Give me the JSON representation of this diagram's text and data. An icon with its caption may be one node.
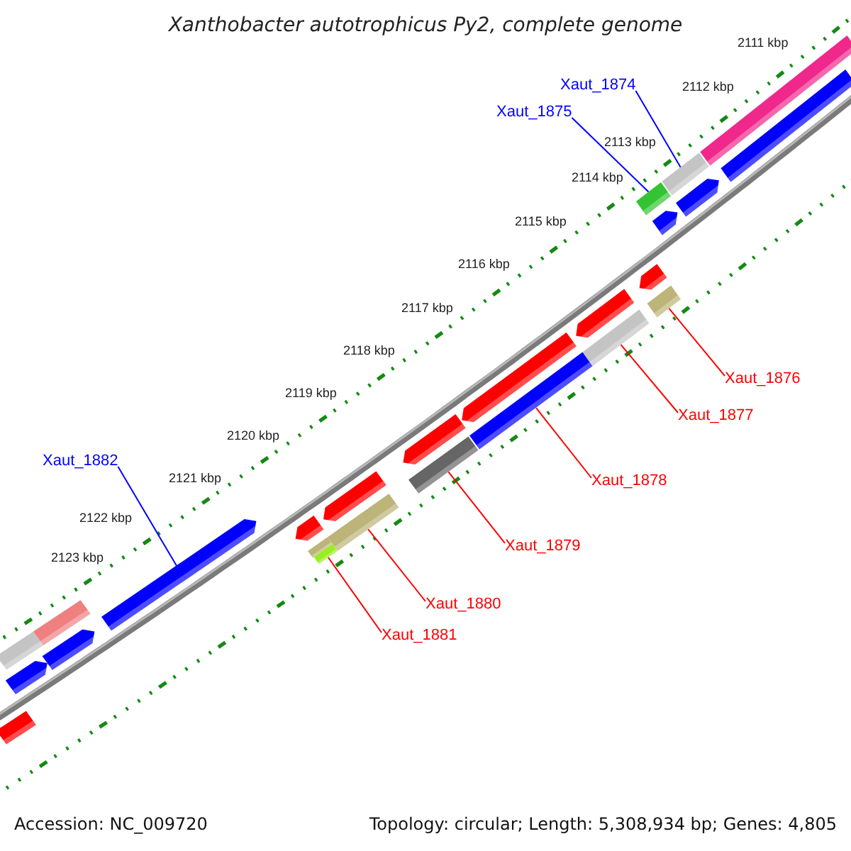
{
  "diagram": {
    "title": "Xanthobacter autotrophicus Py2, complete genome",
    "nodes": [
      {
        "text": [
          "Xaut_1874"
        ]
      },
      {
        "text": [
          "Xaut_1875"
        ]
      },
      {
        "text": [
          "Xaut_1876"
        ]
      },
      {
        "text": [
          "Xaut_1877"
        ]
      },
      {
        "text": [
          "Xaut_1878"
        ]
      },
      {
        "text": [
          "Xaut_1879"
        ]
      },
      {
        "text": [
          "Xaut_1880"
        ]
      },
      {
        "text": [
          "Xaut_1881"
        ]
      },
      {
        "text": [
          "Xaut_1882"
        ]
      },
      {
        "text": [],
        "shape": "bar"
      },
      {
        "text": [],
        "shape": "bar"
      },
      {
        "text": [],
        "shape": "bar"
      },
      {
        "text": [],
        "shape": "bar"
      },
      {
        "text": [],
        "shape": "bar"
      },
      {
        "text": [],
        "shape": "bar"
      },
      {
        "text": [],
        "shape": "bar"
      },
      {
        "text": [],
        "shape": "bar"
      },
      {
        "text": [],
        "shape": "bar"
      },
      {
        "text": [],
        "shape": "bar"
      },
      {
        "text": [],
        "shape": "bar"
      },
      {
        "text": [],
        "shape": "bar"
      },
      {
        "text": [],
        "shape": "bar"
      },
      {
        "text": [],
        "shape": "bar"
      },
      {
        "text": [],
        "shape": "bar"
      },
      {
        "text": [],
        "shape": "bar"
      },
      {
        "text": [],
        "shape": "bar"
      },
      {
        "text": [],
        "shape": "bar"
      },
      {
        "text": [],
        "shape": "bar"
      },
      {
        "text": [],
        "shape": "bar"
      },
      {
        "text": [],
        "shape": "bar"
      },
      {
        "text": [],
        "shape": "bar"
      },
      {
        "text": [],
        "shape": "bar"
      },
      {
        "text": [],
        "shape": "bar"
      },
      {
        "text": [],
        "shape": "bar"
      }
    ],
    "edges": [
      {
        "from": 0,
        "to": 11,
        "arrow": "none",
        "color": "#0000ff"
      },
      {
        "from": 1,
        "to": 13,
        "arrow": "none",
        "color": "#0000ff"
      },
      {
        "from": 2,
        "to": 16,
        "arrow": "none"
      },
      {
        "from": 3,
        "to": 18,
        "arrow": "none"
      },
      {
        "from": 4,
        "to": 20,
        "arrow": "none"
      },
      {
        "from": 5,
        "to": 22,
        "arrow": "none"
      },
      {
        "from": 6,
        "to": 24,
        "arrow": "none"
      },
      {
        "from": 7,
        "to": 27,
        "arrow": "none"
      },
      {
        "from": 8,
        "to": 28,
        "arrow": "none",
        "color": "#0000ff"
      }
    ],
    "labels": [
      "2111 kbp",
      "2112 kbp",
      "2113 kbp",
      "2114 kbp",
      "2115 kbp",
      "2116 kbp",
      "2117 kbp",
      "2118 kbp",
      "2119 kbp",
      "2120 kbp",
      "2121 kbp",
      "2122 kbp",
      "2123 kbp",
      "Accession: NC_009720",
      "Topology: circular; Length: 5,308,934 bp; Genes: 4,805"
    ]
  }
}
